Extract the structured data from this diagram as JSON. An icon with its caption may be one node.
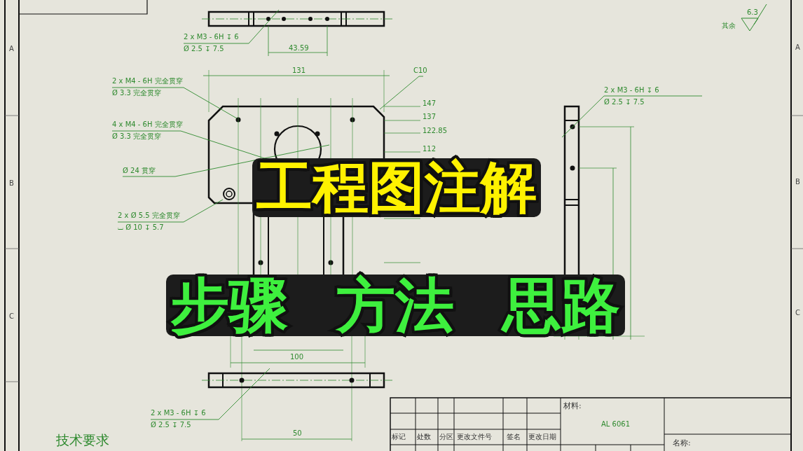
{
  "diagram": {
    "title": "工程图注解",
    "nodes": [
      {
        "text": [
          "2 x M3 - 6H ↧ 6",
          "Ø 2.5 ↧ 7.5"
        ]
      },
      {
        "text": [
          "2 x M4 - 6H 完全贯穿",
          "Ø 3.3 完全贯穿"
        ]
      },
      {
        "text": [
          "4 x M4 - 6H 完全贯穿",
          "Ø 3.3 完全贯穿"
        ]
      },
      {
        "text": [
          "Ø 24 贯穿"
        ]
      },
      {
        "text": [
          "2 x Ø 5.5 完全贯穿",
          "⌴ Ø 10 ↧ 5.7"
        ]
      },
      {
        "text": [
          "2 x M3 - 6H ↧ 6",
          "Ø 2.5 ↧ 7.5"
        ]
      },
      {
        "text": [
          "2 x M3 - 6H ↧ 6",
          "Ø 2.5 ↧ 7.5"
        ]
      },
      {
        "text": [
          "C10"
        ]
      }
    ],
    "edges": [
      {
        "from": 0,
        "to": null,
        "arrow": "none"
      },
      {
        "from": 1,
        "to": null,
        "arrow": "none"
      },
      {
        "from": 2,
        "to": null,
        "arrow": "none"
      },
      {
        "from": 3,
        "to": null,
        "arrow": "none"
      },
      {
        "from": 4,
        "to": null,
        "arrow": "none"
      },
      {
        "from": 5,
        "to": null,
        "arrow": "none"
      },
      {
        "from": 6,
        "to": null,
        "arrow": "none"
      },
      {
        "from": 7,
        "to": null,
        "arrow": "none"
      }
    ],
    "labels": [
      "6.3",
      "其余",
      "A",
      "43.59",
      "A",
      "131",
      "147",
      "137",
      "122.85",
      "112",
      "B",
      "B",
      "C",
      "步骤 方法 思路",
      "C",
      "100",
      "50",
      "材料:",
      "AL 6061",
      "技术要求",
      "标记",
      "处数",
      "分区",
      "更改文件号",
      "签名",
      "更改日期",
      "名称:"
    ]
  }
}
